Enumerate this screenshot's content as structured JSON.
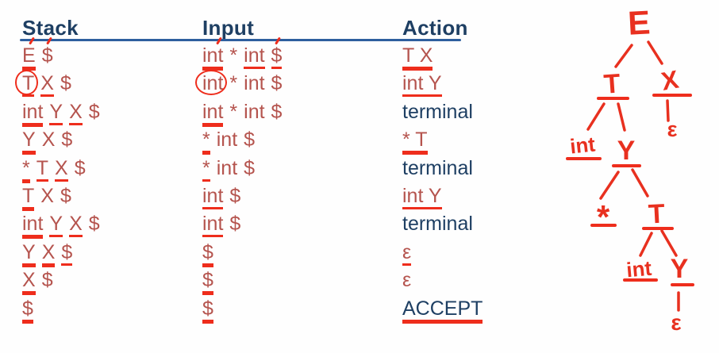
{
  "colors": {
    "body_red": "#b5544e",
    "bright_red": "#ee2d1c",
    "navy": "#1e3f63",
    "rule_blue": "#2e5f9e",
    "tree_red": "#e8301f"
  },
  "table": {
    "headers": {
      "stack": "Stack",
      "input": "Input",
      "action": "Action"
    },
    "rows": [
      {
        "stack": [
          {
            "t": "E",
            "u": 2,
            "a": 1
          },
          {
            "t": "$",
            "a": 1
          }
        ],
        "input": [
          {
            "t": "int",
            "u": 2,
            "a": 1
          },
          {
            "t": "*"
          },
          {
            "t": "int",
            "u": 1
          },
          {
            "t": "$",
            "u": 1,
            "a": 1
          }
        ],
        "action": [
          {
            "t": "T X",
            "red": 1,
            "u": 2
          }
        ]
      },
      {
        "stack": [
          {
            "t": "T",
            "c": 1,
            "u": 1
          },
          {
            "t": "X",
            "u": 1
          },
          {
            "t": "$"
          }
        ],
        "input": [
          {
            "t": "int",
            "c": 1
          },
          {
            "t": "*"
          },
          {
            "t": "int"
          },
          {
            "t": "$"
          }
        ],
        "action": [
          {
            "t": "int Y",
            "red": 1,
            "u": 1
          }
        ]
      },
      {
        "stack": [
          {
            "t": "int",
            "u": 2
          },
          {
            "t": "Y",
            "u": 1
          },
          {
            "t": "X",
            "u": 1
          },
          {
            "t": "$"
          }
        ],
        "input": [
          {
            "t": "int",
            "u": 2
          },
          {
            "t": "*"
          },
          {
            "t": "int"
          },
          {
            "t": "$"
          }
        ],
        "action": [
          {
            "t": "terminal",
            "blue": 1
          }
        ]
      },
      {
        "stack": [
          {
            "t": "Y",
            "u": 2
          },
          {
            "t": "X"
          },
          {
            "t": "$"
          }
        ],
        "input": [
          {
            "t": "*",
            "u": 2
          },
          {
            "t": "int"
          },
          {
            "t": "$"
          }
        ],
        "action": [
          {
            "t": "* T",
            "red": 1,
            "u": 2
          }
        ]
      },
      {
        "stack": [
          {
            "t": "*",
            "u": 2
          },
          {
            "t": "T",
            "u": 1
          },
          {
            "t": "X",
            "u": 1
          },
          {
            "t": "$"
          }
        ],
        "input": [
          {
            "t": "*",
            "u": 1
          },
          {
            "t": "int"
          },
          {
            "t": "$"
          }
        ],
        "action": [
          {
            "t": "terminal",
            "blue": 1
          }
        ]
      },
      {
        "stack": [
          {
            "t": "T",
            "u": 2
          },
          {
            "t": "X"
          },
          {
            "t": "$"
          }
        ],
        "input": [
          {
            "t": "int",
            "u": 1
          },
          {
            "t": "$"
          }
        ],
        "action": [
          {
            "t": "int Y",
            "red": 1,
            "u": 1
          }
        ]
      },
      {
        "stack": [
          {
            "t": "int",
            "u": 2
          },
          {
            "t": "Y",
            "u": 1
          },
          {
            "t": "X",
            "u": 1
          },
          {
            "t": "$"
          }
        ],
        "input": [
          {
            "t": "int",
            "u": 1
          },
          {
            "t": "$"
          }
        ],
        "action": [
          {
            "t": "terminal",
            "blue": 1
          }
        ]
      },
      {
        "stack": [
          {
            "t": "Y",
            "u": 2
          },
          {
            "t": "X",
            "u": 2
          },
          {
            "t": "$",
            "u": 1
          }
        ],
        "input": [
          {
            "t": "$",
            "u": 2
          }
        ],
        "action": [
          {
            "t": "ε",
            "red": 1,
            "u": 1
          }
        ]
      },
      {
        "stack": [
          {
            "t": "X",
            "u": 2
          },
          {
            "t": "$"
          }
        ],
        "input": [
          {
            "t": "$",
            "u": 2
          }
        ],
        "action": [
          {
            "t": "ε",
            "red": 1
          }
        ]
      },
      {
        "stack": [
          {
            "t": "$",
            "u": 2
          }
        ],
        "input": [
          {
            "t": "$",
            "u": 2
          }
        ],
        "action": [
          {
            "t": "ACCEPT",
            "blue": 1,
            "u": 2
          }
        ]
      }
    ]
  },
  "tree": {
    "labels": [
      "E",
      "T",
      "X",
      "ε",
      "int",
      "Y",
      "*",
      "T",
      "int",
      "Y",
      "ε"
    ]
  }
}
